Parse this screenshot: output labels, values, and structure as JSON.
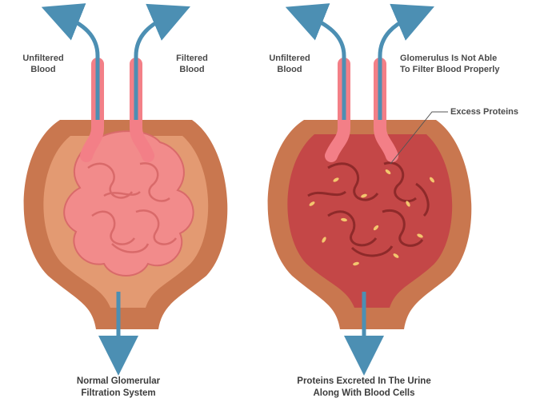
{
  "left_panel": {
    "label_unfiltered": [
      "Unfiltered",
      "Blood"
    ],
    "label_filtered": [
      "Filtered",
      "Blood"
    ],
    "caption": [
      "Normal Glomerular",
      "Filtration System"
    ]
  },
  "right_panel": {
    "label_unfiltered": [
      "Unfiltered",
      "Blood"
    ],
    "label_not_able": [
      "Glomerulus Is Not Able",
      "To Filter Blood Properly"
    ],
    "label_excess": "Excess Proteins",
    "caption": [
      "Proteins Excreted In The Urine",
      "Along With Blood Cells"
    ]
  },
  "colors": {
    "capsule_outer": "#c9774f",
    "capsule_rim": "#b86640",
    "healthy_fill": "#f28b8b",
    "healthy_dark": "#d96a6a",
    "diseased_fill": "#c44747",
    "diseased_dark": "#8e2a2a",
    "artery_blue": "#4c8fb3",
    "vessel_pink": "#f37f87",
    "protein_yellow": "#f3c66e"
  }
}
